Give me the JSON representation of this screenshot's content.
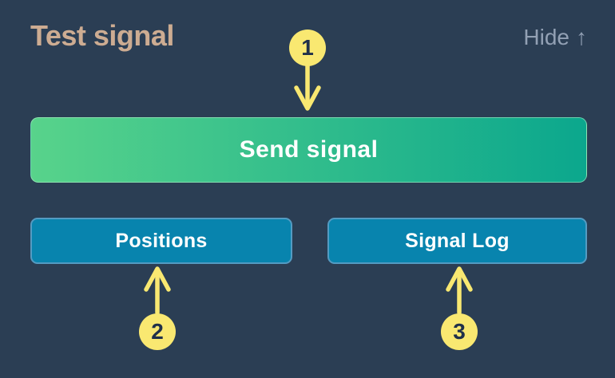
{
  "panel": {
    "title": "Test signal",
    "hide": {
      "label": "Hide",
      "icon": "↑"
    }
  },
  "buttons": {
    "send_signal": {
      "label": "Send signal"
    },
    "positions": {
      "label": "Positions"
    },
    "signal_log": {
      "label": "Signal Log"
    }
  },
  "callouts": [
    {
      "number": "1"
    },
    {
      "number": "2"
    },
    {
      "number": "3"
    }
  ],
  "colors": {
    "background": "#2b3e54",
    "title_text": "#cdac92",
    "hide_text": "#92a0b4",
    "primary_gradient_start": "#58d38b",
    "primary_gradient_end": "#0ba78d",
    "primary_button_text": "#ffffff",
    "secondary_button_bg": "#0884ae",
    "secondary_button_border": "#549bc2",
    "secondary_button_text": "#ffffff",
    "callout_yellow": "#f9e871",
    "callout_number_text": "#20304a"
  }
}
